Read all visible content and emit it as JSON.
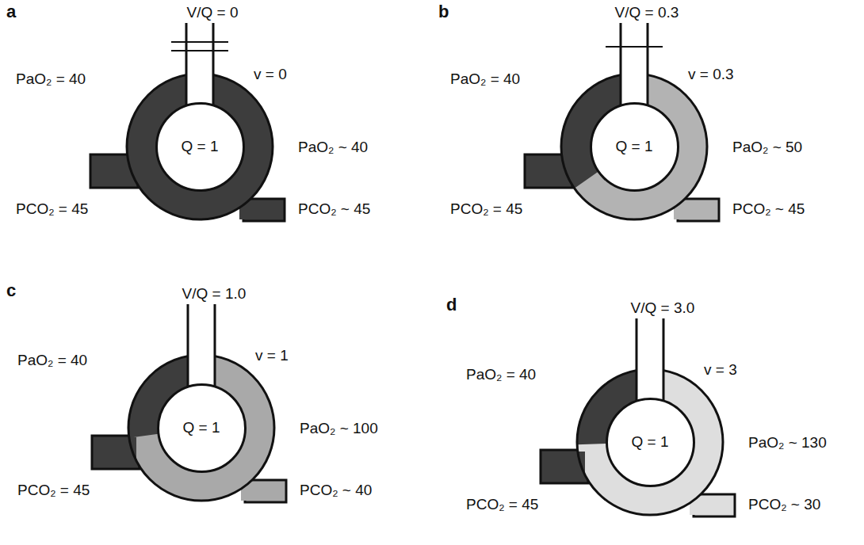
{
  "diagram": {
    "nodes": [
      {
        "text": [
          "Q = 1"
        ]
      },
      {
        "text": [
          "Q = 1"
        ]
      },
      {
        "text": [
          "Q = 1"
        ]
      },
      {
        "text": [
          "Q = 1"
        ]
      }
    ],
    "labels": [
      "a",
      "V/Q = 0",
      "v = 0",
      "PaO₂ = 40",
      "PCO₂ = 45",
      "PaO₂ ~ 40",
      "PCO₂ ~ 45",
      "b",
      "V/Q = 0.3",
      "v = 0.3",
      "PaO₂ = 40",
      "PCO₂ = 45",
      "PaO₂ ~ 50",
      "PCO₂ ~ 45",
      "c",
      "V/Q = 1.0",
      "v = 1",
      "PaO₂ = 40",
      "PCO₂ = 45",
      "PaO₂ ~ 100",
      "PCO₂ ~ 40",
      "d",
      "V/Q = 3.0",
      "v = 3",
      "PaO₂ = 40",
      "PCO₂ = 45",
      "PaO₂ ~ 130",
      "PCO₂ ~ 30"
    ]
  }
}
